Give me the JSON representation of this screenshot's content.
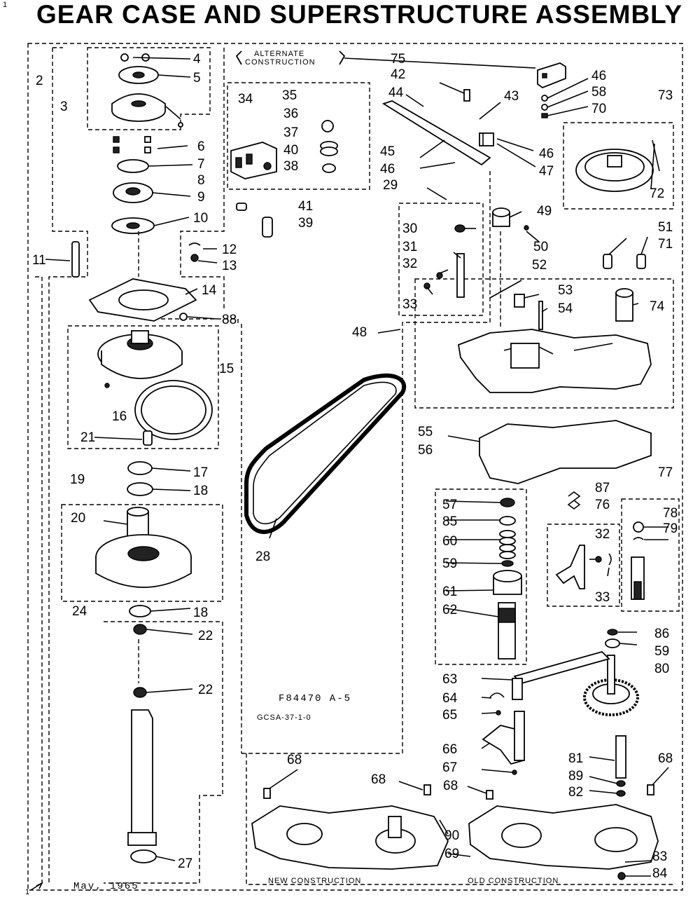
{
  "title": "GEAR CASE AND SUPERSTRUCTURE ASSEMBLY",
  "alternate_construction": [
    "ALTERNATE",
    "CONSTRUCTION"
  ],
  "figure_code": "F84470 A-5",
  "figure_subcode": "GCSA-37-1-0",
  "date": "May, 1965",
  "new_construction": "NEW CONSTRUCTION",
  "old_construction": "OLD CONSTRUCTION",
  "corner_mark_top": "1",
  "corner_mark_bottom": "1",
  "labels": [
    "2",
    "3",
    "4",
    "5",
    "6",
    "7",
    "8",
    "9",
    "10",
    "11",
    "12",
    "13",
    "14",
    "88",
    "15",
    "16",
    "21",
    "17",
    "18",
    "19",
    "20",
    "18",
    "24",
    "22",
    "22",
    "27",
    "34",
    "35",
    "36",
    "37",
    "40",
    "38",
    "41",
    "39",
    "75",
    "42",
    "44",
    "43",
    "46",
    "58",
    "70",
    "45",
    "46",
    "46",
    "47",
    "73",
    "72",
    "29",
    "49",
    "30",
    "31",
    "32",
    "33",
    "50",
    "52",
    "51",
    "71",
    "53",
    "54",
    "74",
    "48",
    "28",
    "55",
    "56",
    "57",
    "85",
    "60",
    "59",
    "61",
    "62",
    "87",
    "76",
    "77",
    "78",
    "79",
    "32",
    "33",
    "86",
    "59",
    "80",
    "63",
    "64",
    "65",
    "66",
    "67",
    "68",
    "68",
    "68",
    "90",
    "69",
    "81",
    "89",
    "82",
    "68",
    "83",
    "84"
  ]
}
